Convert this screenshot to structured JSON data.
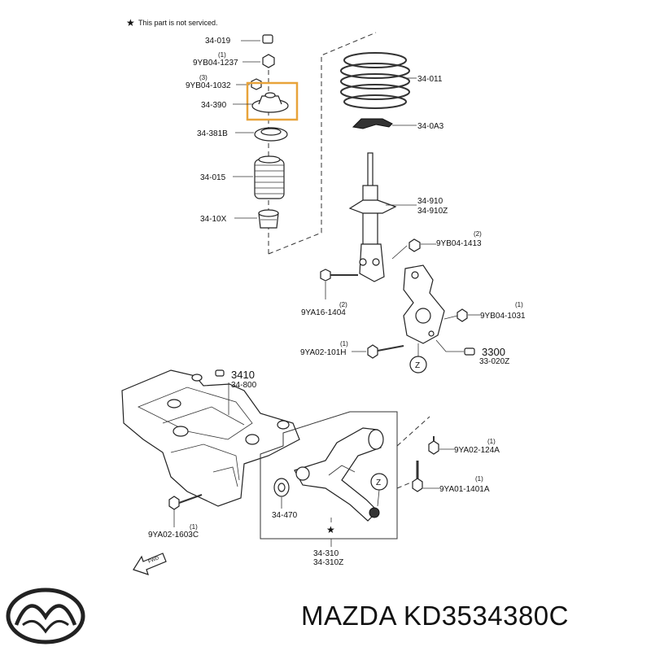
{
  "note": "This part is not serviced.",
  "labels": {
    "l34019": "34-019",
    "l9yb041237": "9YB04-1237",
    "q1": "(1)",
    "l9yb041032": "9YB04-1032",
    "q3": "(3)",
    "l34390": "34-390",
    "l34381b": "34-381B",
    "l34015": "34-015",
    "l3410x": "34-10X",
    "l34011": "34-011",
    "l340a3": "34-0A3",
    "l34910": "34-910",
    "l34910z": "34-910Z",
    "l9yb041413": "9YB04-1413",
    "q2a": "(2)",
    "l9ya161404": "9YA16-1404",
    "q2b": "(2)",
    "l9yb041031": "9YB04-1031",
    "q1b": "(1)",
    "l9ya02101h": "9YA02-101H",
    "q1c": "(1)",
    "l3300": "3300",
    "l33020z": "33-020Z",
    "l3410": "3410",
    "l34800": "34-800",
    "l9ya02124a": "9YA02-124A",
    "q1d": "(1)",
    "l9ya011401a": "9YA01-1401A",
    "q1e": "(1)",
    "l34470": "34-470",
    "l9ya021603c": "9YA02-1603C",
    "q1f": "(1)",
    "l34310": "34-310",
    "l34310z": "34-310Z",
    "z1": "Z",
    "z2": "Z",
    "fwd": "FWD"
  },
  "footer": {
    "brand": "MAZDA",
    "part_number": "KD3534380C",
    "title": "MAZDA KD3534380C"
  },
  "colors": {
    "highlight": "#e8a33a",
    "line": "#333333"
  },
  "icons": [
    "star-icon",
    "mazda-logo",
    "fwd-arrow-icon"
  ]
}
